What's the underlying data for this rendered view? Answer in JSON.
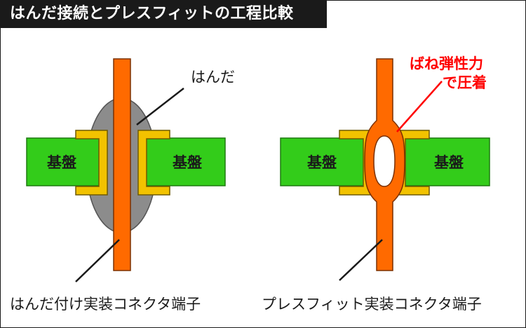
{
  "header": {
    "title": "はんだ接続とプレスフィットの工程比較"
  },
  "left_diagram": {
    "board_label_left": "基盤",
    "board_label_right": "基盤",
    "callout_solder": "はんだ",
    "caption": "はんだ付け実装コネクタ端子"
  },
  "right_diagram": {
    "board_label_left": "基盤",
    "board_label_right": "基盤",
    "callout_spring": [
      "ばね弾性力",
      "で圧着"
    ],
    "caption": "プレスフィット実装コネクタ端子"
  },
  "colors": {
    "board": "#33cc1a",
    "pad": "#f2c200",
    "pin": "#ff6a00",
    "solder": "#8c8c8c",
    "callout_red": "#ff0000",
    "title_bg": "#1a1a1a"
  }
}
